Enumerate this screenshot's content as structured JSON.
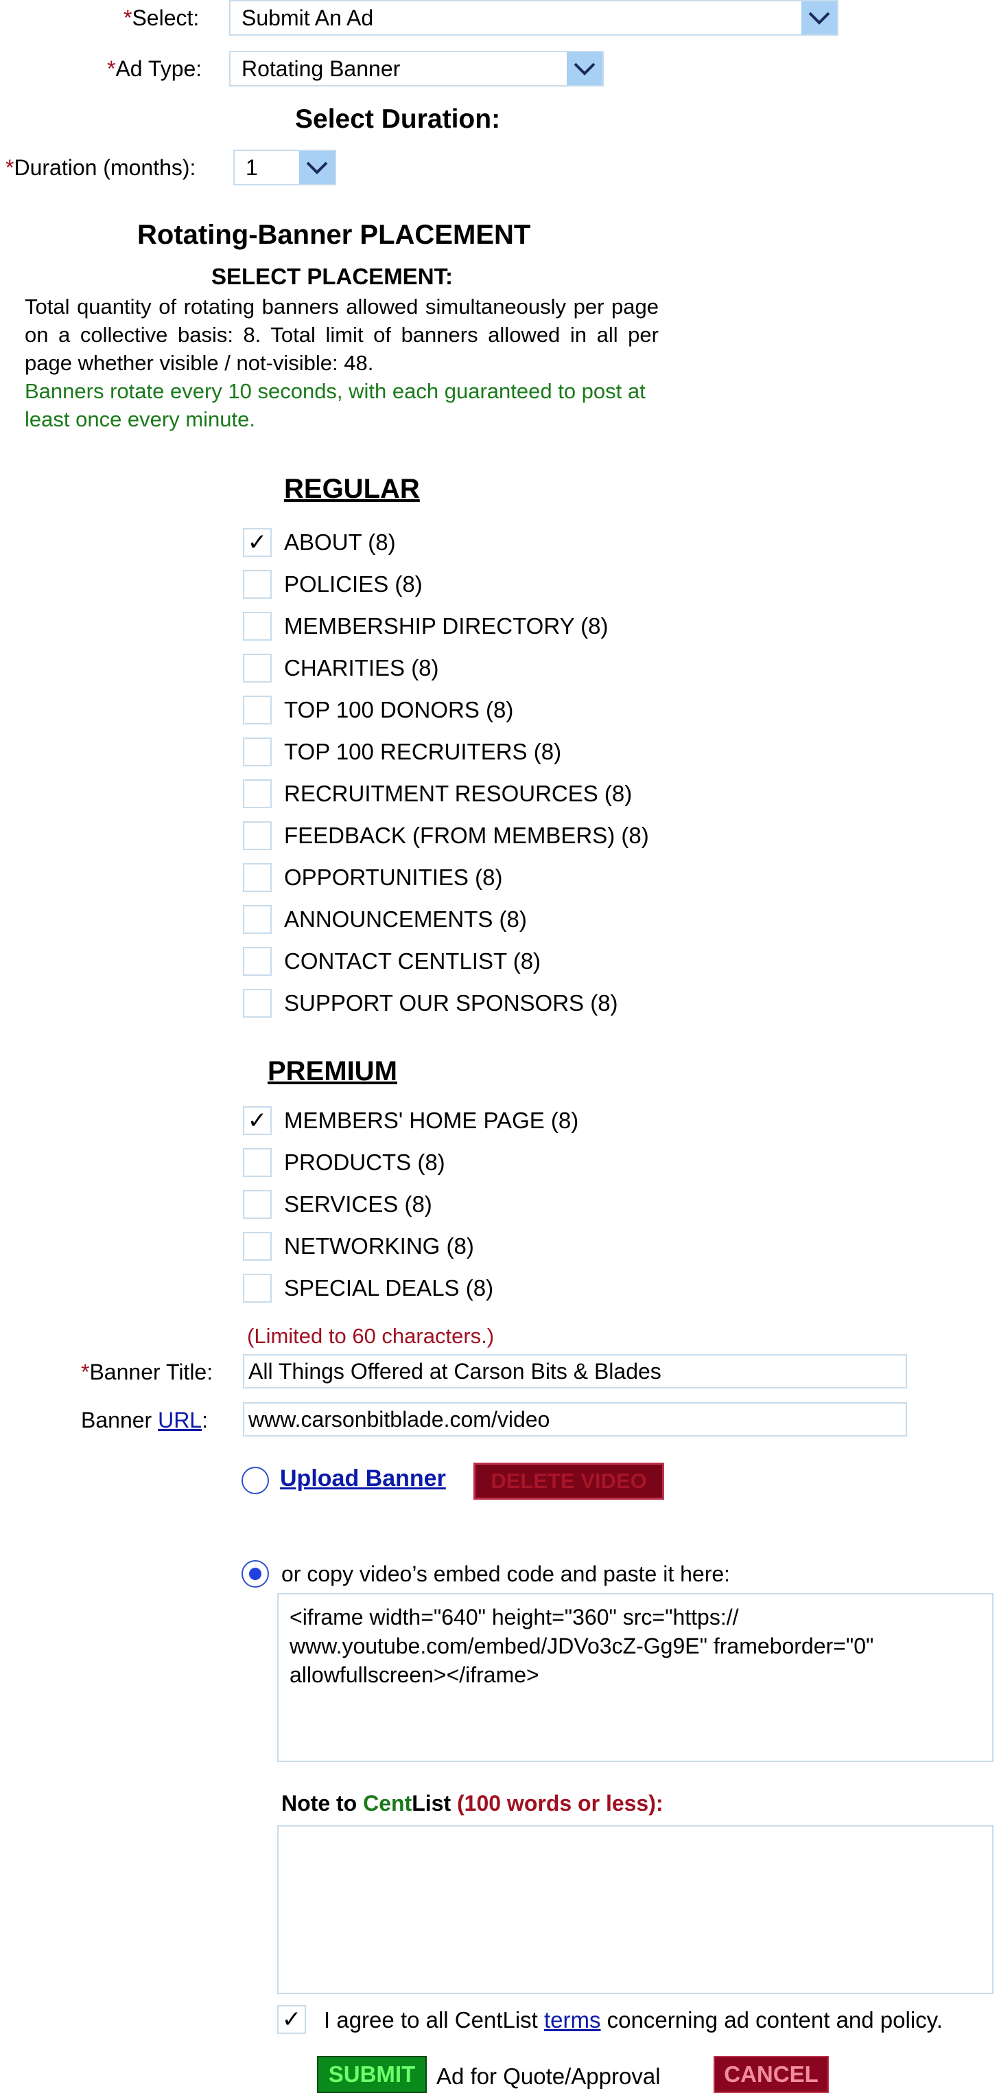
{
  "form": {
    "select": {
      "label": "Select:",
      "value": "Submit An Ad"
    },
    "ad_type": {
      "label": "Ad Type:",
      "value": "Rotating Banner"
    },
    "duration_heading": "Select Duration:",
    "duration": {
      "label": "Duration (months):",
      "value": "1"
    },
    "required_mark": "*"
  },
  "placement": {
    "title": "Rotating-Banner PLACEMENT",
    "subtitle": "SELECT PLACEMENT:",
    "info": "Total quantity of rotating banners allowed simultaneously per page on a collective basis: 8. Total limit of banners allowed in all per page whether visible / not-visible: 48.",
    "rotation_note": "Banners rotate every 10 seconds, with each guaranteed to post at least once every minute."
  },
  "regular": {
    "title": "REGULAR",
    "items": [
      {
        "label": "ABOUT (8)",
        "checked": true
      },
      {
        "label": "POLICIES (8)",
        "checked": false
      },
      {
        "label": "MEMBERSHIP DIRECTORY (8)",
        "checked": false
      },
      {
        "label": "CHARITIES (8)",
        "checked": false
      },
      {
        "label": "TOP 100 DONORS (8)",
        "checked": false
      },
      {
        "label": "TOP 100 RECRUITERS (8)",
        "checked": false
      },
      {
        "label": "RECRUITMENT RESOURCES (8)",
        "checked": false
      },
      {
        "label": "FEEDBACK (FROM MEMBERS) (8)",
        "checked": false
      },
      {
        "label": "OPPORTUNITIES (8)",
        "checked": false
      },
      {
        "label": "ANNOUNCEMENTS (8)",
        "checked": false
      },
      {
        "label": "CONTACT CENTLIST (8)",
        "checked": false
      },
      {
        "label": "SUPPORT OUR SPONSORS (8)",
        "checked": false
      }
    ]
  },
  "premium": {
    "title": "PREMIUM",
    "items": [
      {
        "label": "MEMBERS' HOME PAGE (8)",
        "checked": true
      },
      {
        "label": "PRODUCTS (8)",
        "checked": false
      },
      {
        "label": "SERVICES (8)",
        "checked": false
      },
      {
        "label": "NETWORKING (8)",
        "checked": false
      },
      {
        "label": "SPECIAL DEALS (8)",
        "checked": false
      }
    ]
  },
  "banner": {
    "limit_note": "(Limited to 60 characters.)",
    "title_label": "Banner Title:",
    "title_value": "All Things Offered at Carson Bits & Blades",
    "url_label_prefix": "Banner ",
    "url_label_link": "URL",
    "url_label_suffix": ":",
    "url_value": "www.carsonbitblade.com/video",
    "upload_label": "Upload Banner",
    "delete_label": "DELETE VIDEO",
    "embed_label": "or copy video’s embed code and paste it here:",
    "embed_value": "<iframe width=\"640\" height=\"360\" src=\"https://\nwww.youtube.com/embed/JDVo3cZ-Gg9E\" frameborder=\"0\"\nallowfullscreen></iframe>"
  },
  "note": {
    "prefix": "Note to ",
    "brand_cent": "Cent",
    "brand_list": "List",
    "limit": " (100 words or less):",
    "value": ""
  },
  "agree": {
    "checked": true,
    "prefix": "I agree to all CentList ",
    "link": "terms",
    "suffix": " concerning ad content and policy."
  },
  "actions": {
    "submit_label": "SUBMIT",
    "submit_suffix": "Ad for Quote/Approval",
    "cancel_label": "CANCEL"
  },
  "colors": {
    "required": "#a01020",
    "green": "#1a7a1a",
    "link": "#0a1aa8",
    "dropdown_arrow_bg": "#a8d0f4",
    "submit_bg": "#0a8a1a",
    "cancel_bg": "#7a0418"
  },
  "icons": {
    "dropdown": "chevron-down-icon",
    "check": "check-icon"
  }
}
